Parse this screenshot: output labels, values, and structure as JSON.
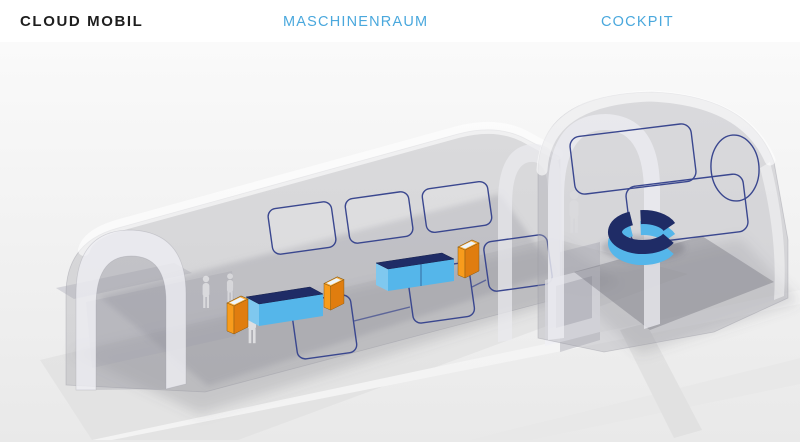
{
  "header": {
    "logo": "CLOUD MOBIL",
    "nav": [
      {
        "label": "MASCHINENRAUM"
      },
      {
        "label": "COCKPIT"
      }
    ]
  },
  "scene": {
    "type": "3d-render",
    "description": "Cutaway 3D visualization of the Cloud Mobil vehicle: a translucent machine-room car containing two benches and three orange info kiosks, coupled to a translucent cockpit dome containing a circular seat",
    "objects": [
      {
        "name": "machine-room-car",
        "style": "translucent grey shell with arched ends"
      },
      {
        "name": "window-outline",
        "count": 3,
        "color": "#3A478F"
      },
      {
        "name": "glass-panel-outline",
        "count": 3,
        "color": "#3A478F"
      },
      {
        "name": "bench",
        "count": 2,
        "top_color": "#1F2C66",
        "side_color": "#55B6EA"
      },
      {
        "name": "info-kiosk",
        "count": 3,
        "body_color": "#F89C1C",
        "screen_color": "#ECF5FC"
      },
      {
        "name": "cockpit-car",
        "style": "translucent grey dome"
      },
      {
        "name": "porthole-outline",
        "count": 1,
        "color": "#3A478F"
      },
      {
        "name": "circular-seat",
        "top_color": "#1F2C66",
        "side_color": "#55B6EA"
      },
      {
        "name": "passenger-silhouette",
        "count": 4
      }
    ]
  },
  "colors": {
    "header_bg": "#FFFFFF",
    "logo_text": "#1E1E1E",
    "nav_text": "#4AA8DD",
    "scene_bg_top": "#FAFAFA",
    "scene_bg_bottom": "#E9E9E9",
    "outline_navy": "#3A478F",
    "seat_navy": "#1F2C66",
    "seat_cyan": "#55B6EA",
    "kiosk_orange": "#F89C1C"
  }
}
